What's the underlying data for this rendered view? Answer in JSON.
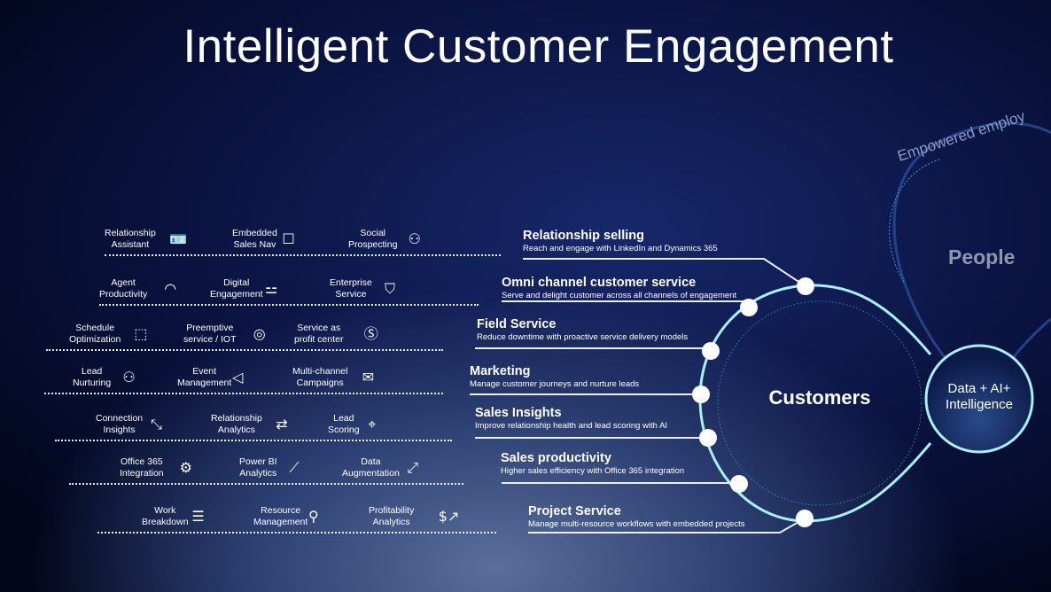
{
  "title": "Intelligent Customer Engagement",
  "capability_rows": [
    [
      {
        "label": "Relationship\nAssistant",
        "icon": "contact-card-icon",
        "glyph": "🪪"
      },
      {
        "label": "Embedded\nSales Nav",
        "icon": "edit-window-icon",
        "glyph": "☐"
      },
      {
        "label": "Social\nProspecting",
        "icon": "people-icon",
        "glyph": "⚇"
      }
    ],
    [
      {
        "label": "Agent\nProductivity",
        "icon": "headset-icon",
        "glyph": "◠"
      },
      {
        "label": "Digital\nEngagement",
        "icon": "chat-people-icon",
        "glyph": "⚍"
      },
      {
        "label": "Enterprise\nService",
        "icon": "shield-icon",
        "glyph": "⛉"
      }
    ],
    [
      {
        "label": "Schedule\nOptimization",
        "icon": "box-icon",
        "glyph": "⬚"
      },
      {
        "label": "Preemptive\nservice / IOT",
        "icon": "target-icon",
        "glyph": "◎"
      },
      {
        "label": "Service as\nprofit center",
        "icon": "dollar-circle-icon",
        "glyph": "Ⓢ"
      }
    ],
    [
      {
        "label": "Lead\nNurturing",
        "icon": "people-group-icon",
        "glyph": "⚇"
      },
      {
        "label": "Event\nManagement",
        "icon": "megaphone-icon",
        "glyph": "◁"
      },
      {
        "label": "Multi-channel\nCampaigns",
        "icon": "mailbox-icon",
        "glyph": "✉"
      }
    ],
    [
      {
        "label": "Connection\nInsights",
        "icon": "collapse-arrows-icon",
        "glyph": "⤡"
      },
      {
        "label": "Relationship\nAnalytics",
        "icon": "swap-arrows-icon",
        "glyph": "⇄"
      },
      {
        "label": "Lead\nScoring",
        "icon": "crosshair-icon",
        "glyph": "⌖"
      }
    ],
    [
      {
        "label": "Office 365\nIntegration",
        "icon": "gear-icon",
        "glyph": "⚙"
      },
      {
        "label": "Power BI\nAnalytics",
        "icon": "trend-line-icon",
        "glyph": "⟋"
      },
      {
        "label": "Data\nAugmentation",
        "icon": "expand-box-icon",
        "glyph": "⤢"
      }
    ],
    [
      {
        "label": "Work\nBreakdown",
        "icon": "checklist-icon",
        "glyph": "☰"
      },
      {
        "label": "Resource\nManagement",
        "icon": "person-icon",
        "glyph": "⚲"
      },
      {
        "label": "Profitability\nAnalytics",
        "icon": "dollar-trend-icon",
        "glyph": "$↗"
      }
    ]
  ],
  "workloads": [
    {
      "title": "Relationship selling",
      "desc": "Reach and engage with LinkedIn and Dynamics 365"
    },
    {
      "title": "Omni channel customer service",
      "desc": "Serve and delight customer across all channels of engagement"
    },
    {
      "title": "Field Service",
      "desc": "Reduce downtime with proactive service delivery models"
    },
    {
      "title": "Marketing",
      "desc": "Manage customer journeys and nurture leads"
    },
    {
      "title": "Sales Insights",
      "desc": "Improve relationship health and lead scoring with AI"
    },
    {
      "title": "Sales productivity",
      "desc": "Higher sales efficiency with Office 365 integration"
    },
    {
      "title": "Project Service",
      "desc": "Manage multi-resource workflows with embedded projects"
    }
  ],
  "customers_label": "Customers",
  "hub_label": "Data + AI+\nIntelligence",
  "people_label": "People",
  "arc_label": "Empowered employ",
  "colors": {
    "ring": "#a8f0f4",
    "node": "#ffffff",
    "accent": "#3aa0e0"
  }
}
